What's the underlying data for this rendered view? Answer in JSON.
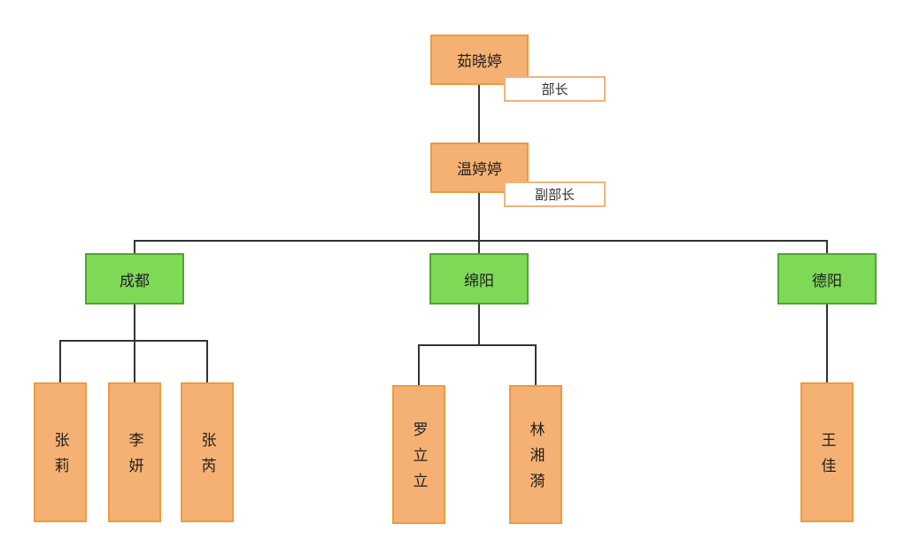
{
  "org": {
    "root": {
      "name": "茹晓婷",
      "title": "部长"
    },
    "deputy": {
      "name": "温婷婷",
      "title": "副部长"
    },
    "branches": [
      {
        "name": "成都",
        "members": [
          "张莉",
          "李妍",
          "张芮"
        ]
      },
      {
        "name": "绵阳",
        "members": [
          "罗立立",
          "林湘漪"
        ]
      },
      {
        "name": "德阳",
        "members": [
          "王佳"
        ]
      }
    ]
  },
  "colors": {
    "node_fill": "#F5B173",
    "node_border": "#EE9A3F",
    "branch_fill": "#7ED957",
    "branch_border": "#52A52E",
    "badge_border": "#F3B37A",
    "line": "#333333"
  }
}
